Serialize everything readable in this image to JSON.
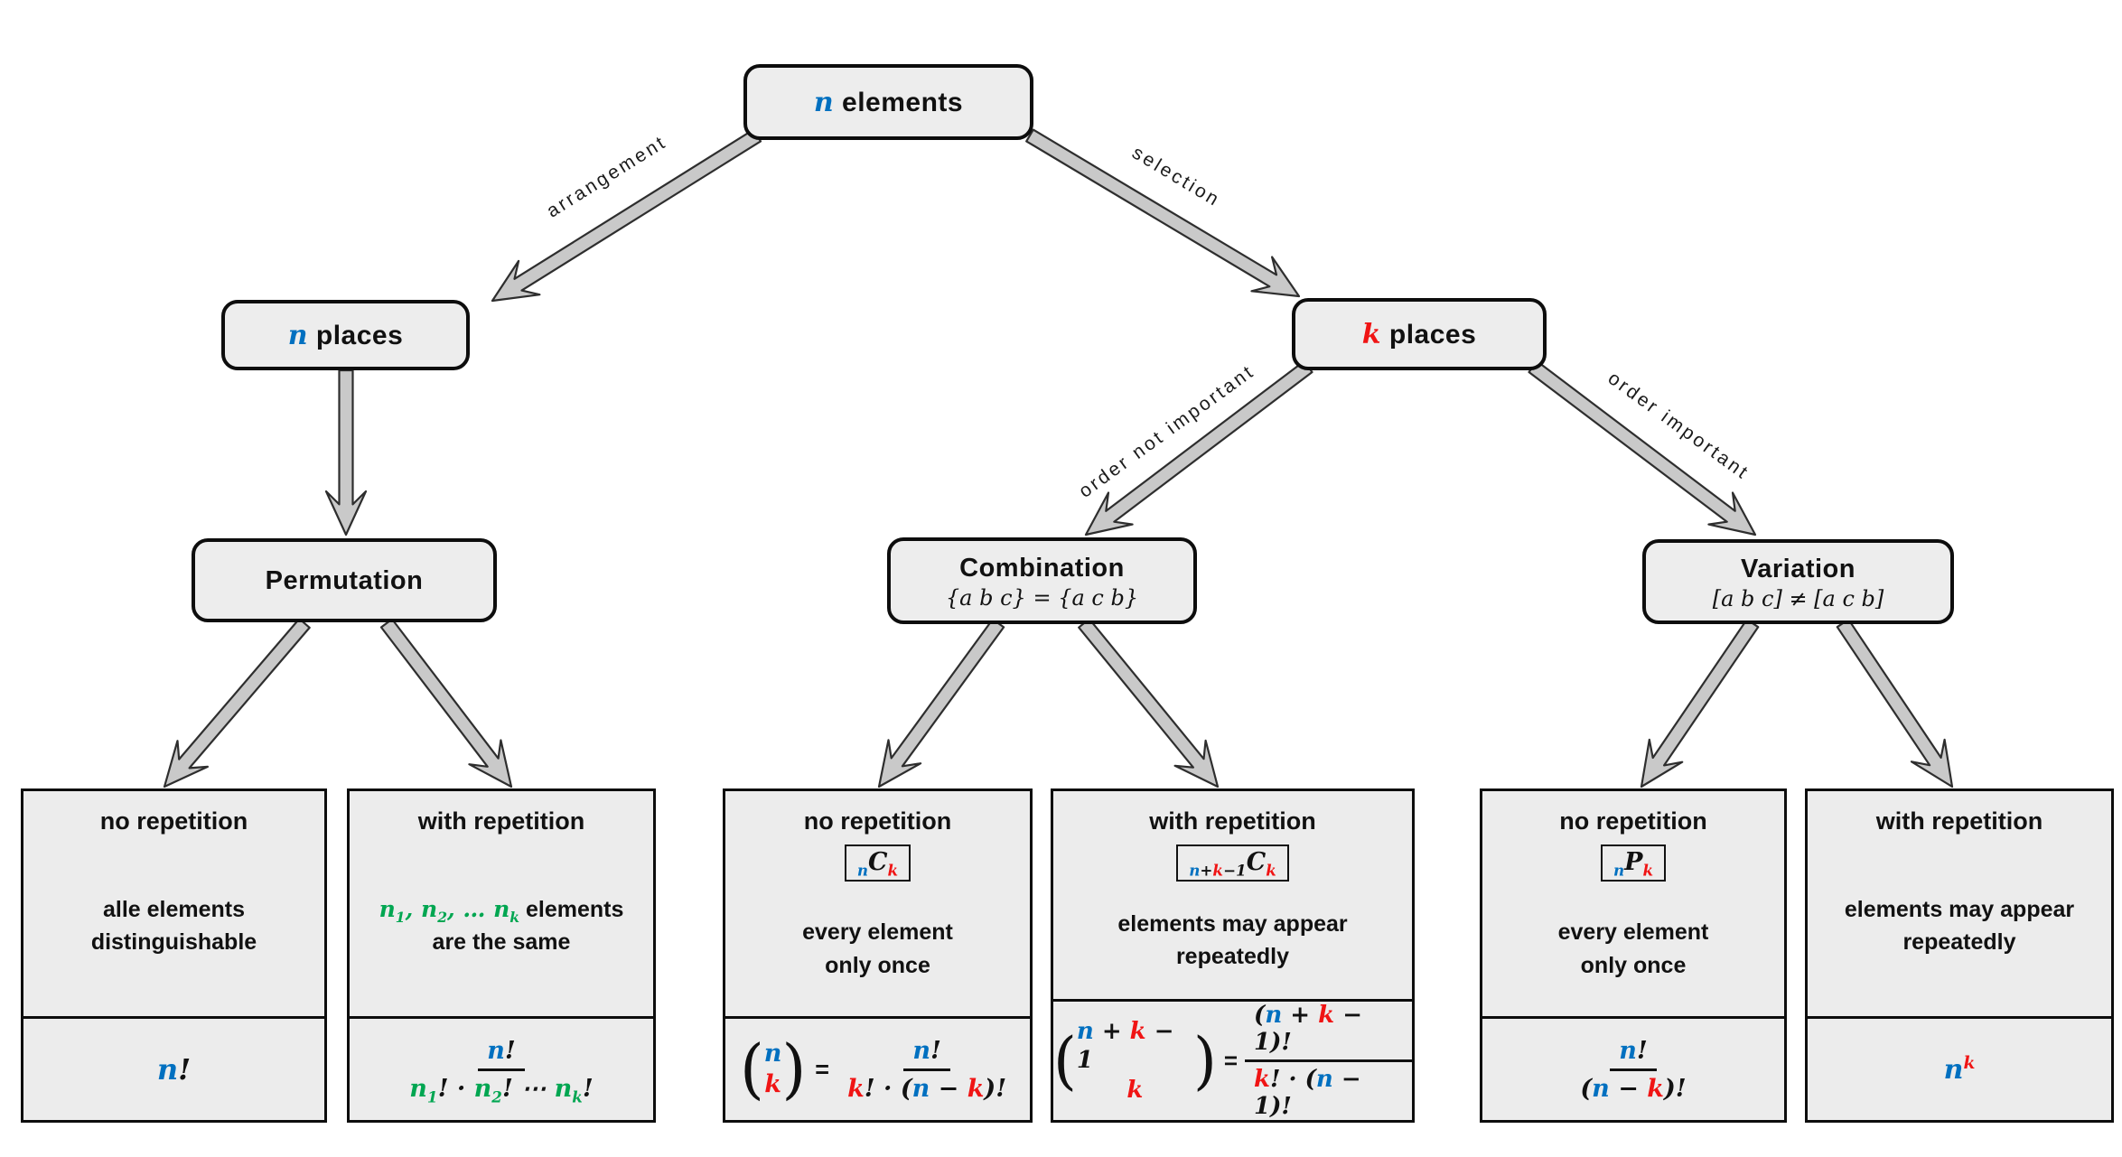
{
  "colors": {
    "blue": "#0070C0",
    "red": "#F01414",
    "green": "#00A651",
    "black": "#1a1a1a"
  },
  "nodes": {
    "root": {
      "title": [
        {
          "t": "n",
          "c": "blue"
        },
        {
          "t": " elements",
          "p": 1
        }
      ]
    },
    "n_places": {
      "title": [
        {
          "t": "n",
          "c": "blue"
        },
        {
          "t": " places",
          "p": 1
        }
      ]
    },
    "k_places": {
      "title": [
        {
          "t": "k",
          "c": "red"
        },
        {
          "t": " places",
          "p": 1
        }
      ]
    },
    "permutation": {
      "title": [
        {
          "t": "Permutation",
          "p": 1
        }
      ]
    },
    "combination": {
      "title": [
        {
          "t": "Combination",
          "p": 1
        }
      ],
      "subtitle": "{a b c} = {a c b}"
    },
    "variation": {
      "title": [
        {
          "t": "Variation",
          "p": 1
        }
      ],
      "subtitle": "[a b c] ≠ [a c b]"
    }
  },
  "edges": {
    "arrangement": "arrangement",
    "selection": "selection",
    "order_not_important": "order not important",
    "order_important": "order important"
  },
  "leaves": [
    {
      "title": "no repetition",
      "desc": [
        [
          {
            "t": "alle elements",
            "p": 1
          }
        ],
        [
          {
            "t": "distinguishable",
            "p": 1
          }
        ]
      ],
      "formula_inline": [
        {
          "t": "n",
          "c": "blue"
        },
        {
          "t": "!"
        }
      ]
    },
    {
      "title": "with repetition",
      "desc": [
        [
          {
            "t": "n",
            "c": "green"
          },
          {
            "t": "1",
            "c": "green",
            "dn": 1
          },
          {
            "t": ", ",
            "c": "green"
          },
          {
            "t": "n",
            "c": "green"
          },
          {
            "t": "2",
            "c": "green",
            "dn": 1
          },
          {
            "t": ", … ",
            "c": "green"
          },
          {
            "t": "n",
            "c": "green"
          },
          {
            "t": "k",
            "c": "green",
            "dn": 1
          },
          {
            "t": " elements",
            "p": 1
          }
        ],
        [
          {
            "t": "are the same",
            "p": 1
          }
        ]
      ],
      "formula_frac": {
        "num": [
          {
            "t": "n",
            "c": "blue"
          },
          {
            "t": "!"
          }
        ],
        "den": [
          {
            "t": "n",
            "c": "green"
          },
          {
            "t": "1",
            "c": "green",
            "dn": 1
          },
          {
            "t": "! · "
          },
          {
            "t": "n",
            "c": "green"
          },
          {
            "t": "2",
            "c": "green",
            "dn": 1
          },
          {
            "t": "! ⋯ "
          },
          {
            "t": "n",
            "c": "green"
          },
          {
            "t": "k",
            "c": "green",
            "dn": 1
          },
          {
            "t": "!"
          }
        ]
      }
    },
    {
      "title": "no repetition",
      "badge": [
        {
          "t": "n",
          "c": "blue",
          "dn": 1
        },
        {
          "t": "C"
        },
        {
          "t": "k",
          "c": "red",
          "dn": 1
        }
      ],
      "desc": [
        [
          {
            "t": "every element",
            "p": 1
          }
        ],
        [
          {
            "t": "only once",
            "p": 1
          }
        ]
      ],
      "formula_binom": {
        "lparen": "(",
        "rparen": ")",
        "eq": "=",
        "top": [
          {
            "t": "n",
            "c": "blue"
          }
        ],
        "bottom": [
          {
            "t": "k",
            "c": "red"
          }
        ],
        "num": [
          {
            "t": "n",
            "c": "blue"
          },
          {
            "t": "!"
          }
        ],
        "den": [
          {
            "t": "k",
            "c": "red"
          },
          {
            "t": "! · ("
          },
          {
            "t": "n",
            "c": "blue"
          },
          {
            "t": " − "
          },
          {
            "t": "k",
            "c": "red"
          },
          {
            "t": ")!"
          }
        ]
      }
    },
    {
      "title": "with repetition",
      "badge": [
        {
          "t": "n",
          "c": "blue",
          "dn": 1
        },
        {
          "t": "+",
          "dn": 1
        },
        {
          "t": "k",
          "c": "red",
          "dn": 1
        },
        {
          "t": "−1",
          "dn": 1
        },
        {
          "t": "C"
        },
        {
          "t": "k",
          "c": "red",
          "dn": 1
        }
      ],
      "desc": [
        [
          {
            "t": "elements may appear",
            "p": 1
          }
        ],
        [
          {
            "t": "repeatedly",
            "p": 1
          }
        ]
      ],
      "formula_binom": {
        "lparen": "(",
        "rparen": ")",
        "eq": "=",
        "top": [
          {
            "t": "n",
            "c": "blue"
          },
          {
            "t": " + "
          },
          {
            "t": "k",
            "c": "red"
          },
          {
            "t": " − 1"
          }
        ],
        "bottom": [
          {
            "t": "k",
            "c": "red"
          }
        ],
        "num": [
          {
            "t": "("
          },
          {
            "t": "n",
            "c": "blue"
          },
          {
            "t": " + "
          },
          {
            "t": "k",
            "c": "red"
          },
          {
            "t": " − 1)!"
          }
        ],
        "den": [
          {
            "t": "k",
            "c": "red"
          },
          {
            "t": "! · ("
          },
          {
            "t": "n",
            "c": "blue"
          },
          {
            "t": " − 1)!"
          }
        ]
      }
    },
    {
      "title": "no repetition",
      "badge": [
        {
          "t": "n",
          "c": "blue",
          "dn": 1
        },
        {
          "t": "P"
        },
        {
          "t": "k",
          "c": "red",
          "dn": 1
        }
      ],
      "desc": [
        [
          {
            "t": "every element",
            "p": 1
          }
        ],
        [
          {
            "t": "only once",
            "p": 1
          }
        ]
      ],
      "formula_frac": {
        "num": [
          {
            "t": "n",
            "c": "blue"
          },
          {
            "t": "!"
          }
        ],
        "den": [
          {
            "t": "("
          },
          {
            "t": "n",
            "c": "blue"
          },
          {
            "t": " − "
          },
          {
            "t": "k",
            "c": "red"
          },
          {
            "t": ")!"
          }
        ]
      }
    },
    {
      "title": "with repetition",
      "desc": [
        [
          {
            "t": "elements may appear",
            "p": 1
          }
        ],
        [
          {
            "t": "repeatedly",
            "p": 1
          }
        ]
      ],
      "formula_inline": [
        {
          "t": "n",
          "c": "blue"
        },
        {
          "t": "k",
          "c": "red",
          "up": 1
        }
      ]
    }
  ]
}
